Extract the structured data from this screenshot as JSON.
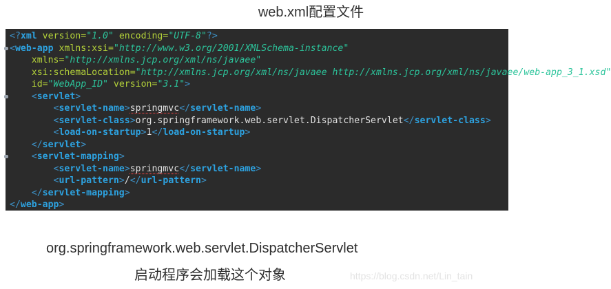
{
  "caption_top": "web.xml配置文件",
  "code": {
    "lines": [
      {
        "indent": "",
        "parts": [
          [
            "br",
            "<?"
          ],
          [
            "tag",
            "xml"
          ],
          [
            "txt",
            " "
          ],
          [
            "attr",
            "version"
          ],
          [
            "eq",
            "="
          ],
          [
            "val",
            "\"1.0\""
          ],
          [
            "txt",
            " "
          ],
          [
            "attr",
            "encoding"
          ],
          [
            "eq",
            "="
          ],
          [
            "val",
            "\"UTF-8\""
          ],
          [
            "br",
            "?>"
          ]
        ]
      },
      {
        "indent": "",
        "fold": true,
        "parts": [
          [
            "br",
            "<"
          ],
          [
            "tag",
            "web-app"
          ],
          [
            "txt",
            " "
          ],
          [
            "attr",
            "xmlns:xsi"
          ],
          [
            "eq",
            "="
          ],
          [
            "val",
            "\"http://www.w3.org/2001/XMLSchema-instance\""
          ]
        ]
      },
      {
        "indent": "    ",
        "parts": [
          [
            "attr",
            "xmlns"
          ],
          [
            "eq",
            "="
          ],
          [
            "val",
            "\"http://xmlns.jcp.org/xml/ns/javaee\""
          ]
        ]
      },
      {
        "indent": "    ",
        "parts": [
          [
            "attr",
            "xsi:schemaLocation"
          ],
          [
            "eq",
            "="
          ],
          [
            "val",
            "\"http://xmlns.jcp.org/xml/ns/javaee http://xmlns.jcp.org/xml/ns/javaee/web-app_3_1.xsd\""
          ]
        ]
      },
      {
        "indent": "    ",
        "parts": [
          [
            "attr",
            "id"
          ],
          [
            "eq",
            "="
          ],
          [
            "val",
            "\"WebApp_ID\""
          ],
          [
            "txt",
            " "
          ],
          [
            "attr",
            "version"
          ],
          [
            "eq",
            "="
          ],
          [
            "val",
            "\"3.1\""
          ],
          [
            "br",
            ">"
          ]
        ]
      },
      {
        "indent": "    ",
        "fold": true,
        "parts": [
          [
            "br",
            "<"
          ],
          [
            "tag",
            "servlet"
          ],
          [
            "br",
            ">"
          ]
        ]
      },
      {
        "indent": "        ",
        "parts": [
          [
            "br",
            "<"
          ],
          [
            "tag",
            "servlet-name"
          ],
          [
            "br",
            ">"
          ],
          [
            "spell",
            "springmvc"
          ],
          [
            "br",
            "</"
          ],
          [
            "tag",
            "servlet-name"
          ],
          [
            "br",
            ">"
          ]
        ]
      },
      {
        "indent": "        ",
        "parts": [
          [
            "br",
            "<"
          ],
          [
            "tag",
            "servlet-class"
          ],
          [
            "br",
            ">"
          ],
          [
            "txt",
            "org.springframework.web.servlet.DispatcherServlet"
          ],
          [
            "br",
            "</"
          ],
          [
            "tag",
            "servlet-class"
          ],
          [
            "br",
            ">"
          ]
        ]
      },
      {
        "indent": "        ",
        "parts": [
          [
            "br",
            "<"
          ],
          [
            "tag",
            "load-on-startup"
          ],
          [
            "br",
            ">"
          ],
          [
            "txt",
            "1"
          ],
          [
            "br",
            "</"
          ],
          [
            "tag",
            "load-on-startup"
          ],
          [
            "br",
            ">"
          ]
        ]
      },
      {
        "indent": "    ",
        "parts": [
          [
            "br",
            "</"
          ],
          [
            "tag",
            "servlet"
          ],
          [
            "br",
            ">"
          ]
        ]
      },
      {
        "indent": "    ",
        "fold": true,
        "parts": [
          [
            "br",
            "<"
          ],
          [
            "tag",
            "servlet-mapping"
          ],
          [
            "br",
            ">"
          ]
        ]
      },
      {
        "indent": "        ",
        "parts": [
          [
            "br",
            "<"
          ],
          [
            "tag",
            "servlet-name"
          ],
          [
            "br",
            ">"
          ],
          [
            "spell",
            "springmvc"
          ],
          [
            "br",
            "</"
          ],
          [
            "tag",
            "servlet-name"
          ],
          [
            "br",
            ">"
          ]
        ]
      },
      {
        "indent": "        ",
        "parts": [
          [
            "br",
            "<"
          ],
          [
            "tag",
            "url-pattern"
          ],
          [
            "br",
            ">"
          ],
          [
            "txt",
            "/"
          ],
          [
            "br",
            "</"
          ],
          [
            "tag",
            "url-pattern"
          ],
          [
            "br",
            ">"
          ]
        ]
      },
      {
        "indent": "    ",
        "parts": [
          [
            "br",
            "</"
          ],
          [
            "tag",
            "servlet-mapping"
          ],
          [
            "br",
            ">"
          ]
        ]
      },
      {
        "indent": "",
        "parts": [
          [
            "br",
            "</"
          ],
          [
            "tag",
            "web-app"
          ],
          [
            "br",
            ">"
          ]
        ]
      }
    ]
  },
  "caption_class": "org.springframework.web.servlet.DispatcherServlet",
  "caption_desc": "启动程序会加载这个对象",
  "watermark": "https://blog.csdn.net/Lin_tain",
  "colors": {
    "code_background": "#2b2b2b",
    "tag_bracket": "#3d93c9",
    "tag_name": "#2da2e0",
    "attribute": "#b4d23a",
    "value": "#2cc49b",
    "text": "#e0e0e0"
  }
}
